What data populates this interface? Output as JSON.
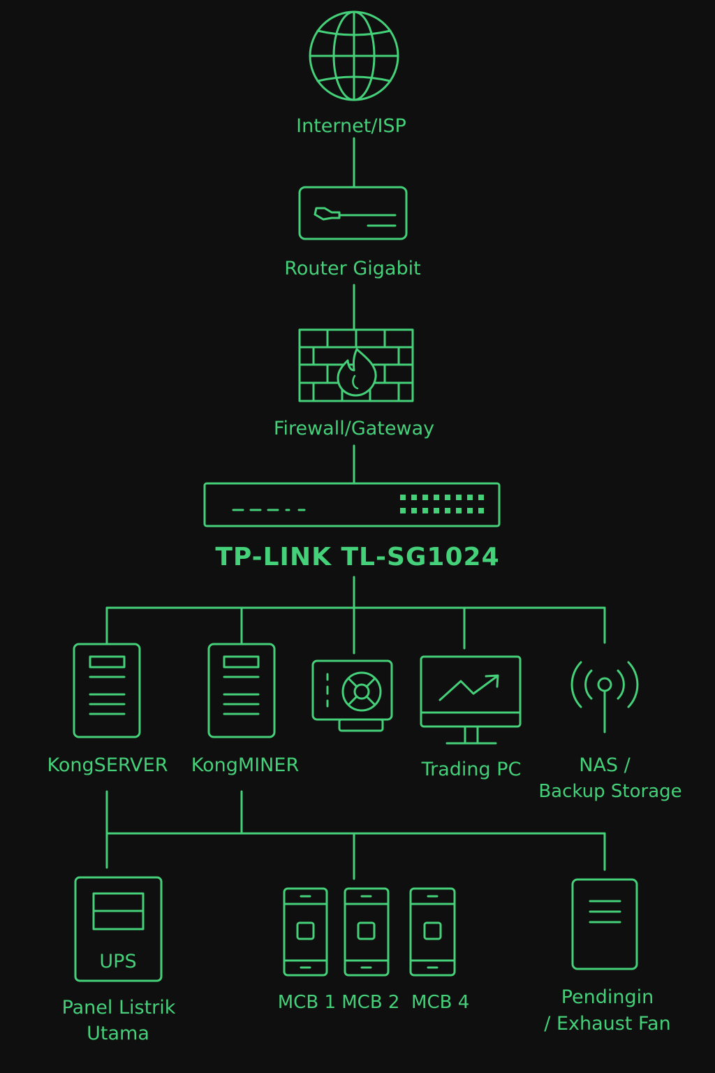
{
  "nodes": {
    "internet": {
      "label": "Internet/ISP",
      "icon": "globe-icon"
    },
    "router": {
      "label": "Router Gigabit",
      "icon": "router-icon"
    },
    "firewall": {
      "label": "Firewall/Gateway",
      "icon": "firewall-icon"
    },
    "switch": {
      "label": "TP-LINK TL-SG1024",
      "icon": "switch-icon"
    },
    "kongserver": {
      "label": "KongSERVER",
      "icon": "server-icon"
    },
    "kongminer": {
      "label": "KongMINER",
      "icon": "server-icon"
    },
    "gpu": {
      "label": "",
      "icon": "gpu-card-icon"
    },
    "trading_pc": {
      "label": "Trading PC",
      "icon": "monitor-chart-icon"
    },
    "nas": {
      "label_line1": "NAS /",
      "label_line2": "Backup Storage",
      "icon": "wireless-antenna-icon"
    },
    "ups": {
      "icon_text": "UPS",
      "label_line1": "Panel Listrik",
      "label_line2": "Utama",
      "icon": "ups-icon"
    },
    "mcbs": {
      "label": "MCB 1 MCB 2  MCB 4",
      "icon": "breaker-icon"
    },
    "fan": {
      "label_line1": "Pendingin",
      "label_line2": "/ Exhaust Fan",
      "icon": "cabinet-icon"
    }
  },
  "colors": {
    "accent": "#45d07a",
    "background": "#0f0f0f"
  }
}
